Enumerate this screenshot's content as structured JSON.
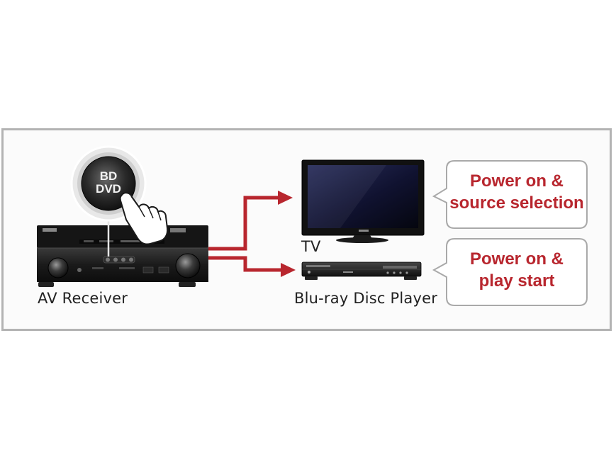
{
  "button_badge": {
    "line1": "BD",
    "line2": "DVD"
  },
  "devices": {
    "av_receiver": {
      "label": "AV Receiver"
    },
    "tv": {
      "label": "TV"
    },
    "player": {
      "label": "Blu-ray Disc Player"
    }
  },
  "callouts": {
    "tv": {
      "line1": "Power on &",
      "line2": "source selection"
    },
    "player": {
      "line1": "Power on &",
      "line2": "play start"
    }
  },
  "colors": {
    "arrow": "#b8262e",
    "callout_text": "#b8262e",
    "callout_border": "#a9a9a9",
    "frame_border": "#b3b3b3",
    "device_body": "#1e1e1e"
  }
}
